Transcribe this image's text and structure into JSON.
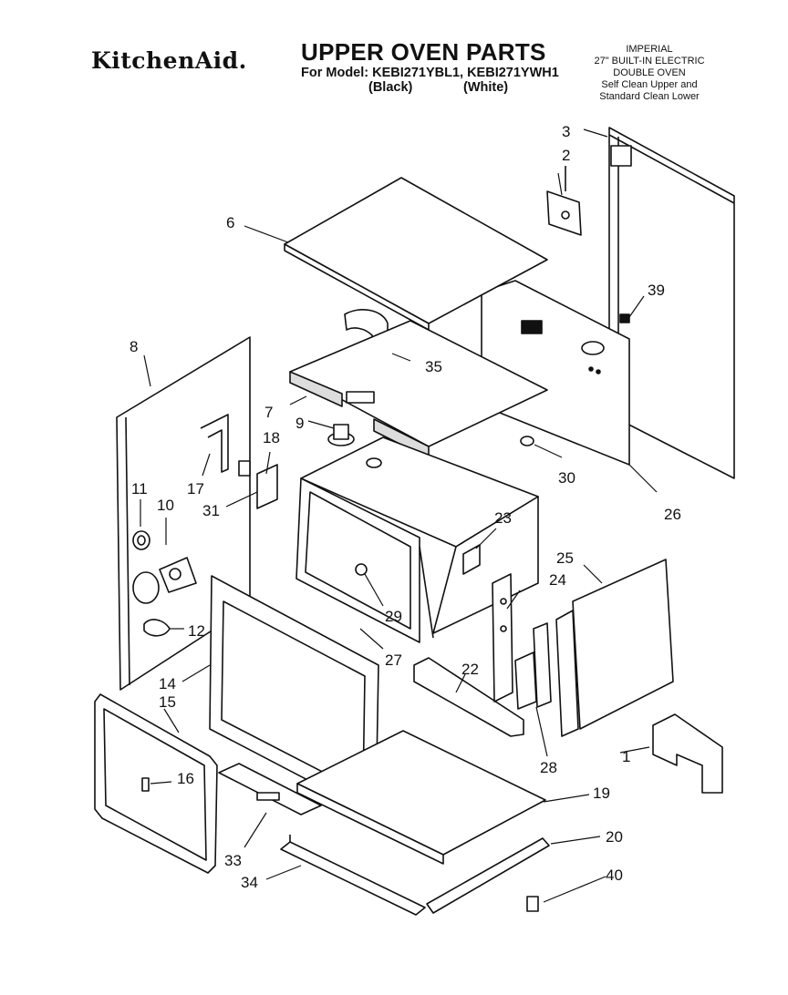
{
  "header": {
    "brand": "KitchenAid.",
    "title": "UPPER OVEN PARTS",
    "model_line": "For Model: KEBI271YBL1, KEBI271YWH1",
    "variant_black": "(Black)",
    "variant_white": "(White)"
  },
  "product_info": [
    "IMPERIAL",
    "27\" BUILT-IN ELECTRIC",
    "DOUBLE OVEN",
    "Self Clean Upper and",
    "Standard Clean Lower"
  ],
  "part_callouts": [
    "1",
    "2",
    "3",
    "6",
    "7",
    "8",
    "9",
    "10",
    "11",
    "12",
    "14",
    "15",
    "16",
    "17",
    "18",
    "19",
    "20",
    "22",
    "23",
    "24",
    "25",
    "26",
    "27",
    "28",
    "29",
    "30",
    "31",
    "33",
    "34",
    "35",
    "39",
    "40"
  ],
  "colors": {
    "ink": "#111111",
    "paper": "#ffffff"
  }
}
